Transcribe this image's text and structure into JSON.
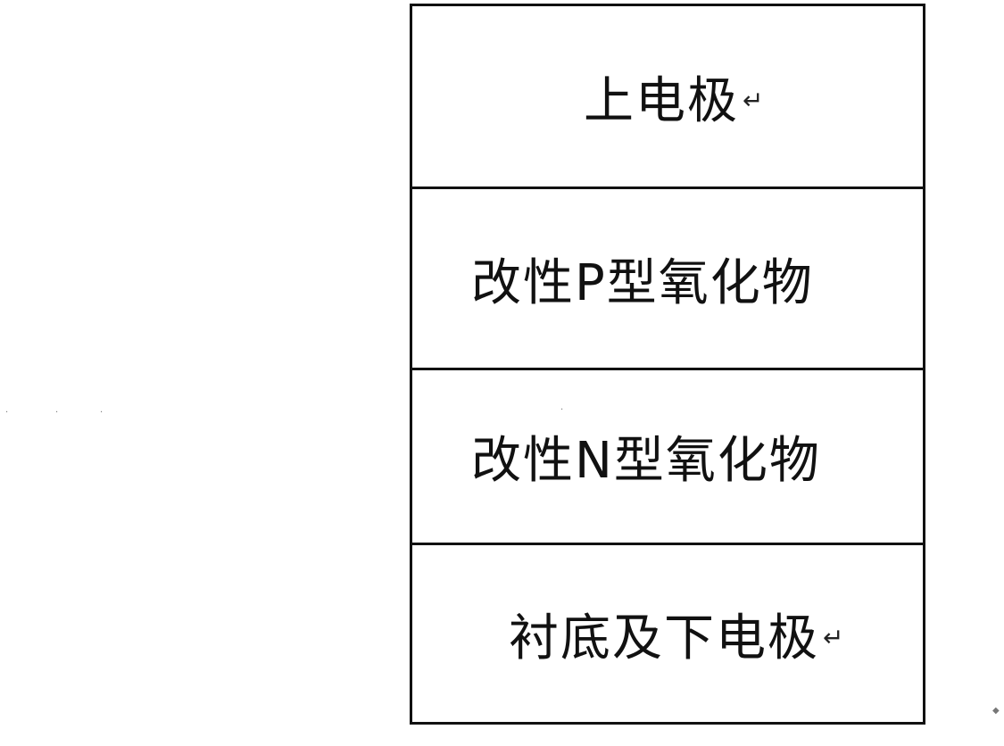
{
  "diagram": {
    "layers": [
      {
        "label": "上电极",
        "mark": "↵"
      },
      {
        "label": "改性P型氧化物",
        "mark": ""
      },
      {
        "label": "改性N型氧化物",
        "mark": ""
      },
      {
        "label": "衬底及下电极",
        "mark": "↵"
      }
    ],
    "colors": {
      "line": "#111111",
      "background": "#ffffff"
    }
  }
}
